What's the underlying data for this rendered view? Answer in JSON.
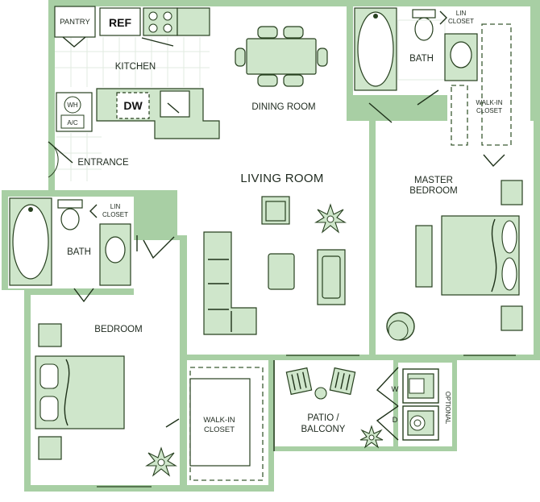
{
  "rooms": {
    "pantry": "PANTRY",
    "ref": "REF",
    "kitchen": "KITCHEN",
    "dw": "DW",
    "wh": "WH",
    "ac": "A/C",
    "dining": "DINING ROOM",
    "entrance": "ENTRANCE",
    "living": "LIVING ROOM",
    "bath_master": "BATH",
    "lin_closet_master": [
      "LIN",
      "CLOSET"
    ],
    "walkin_master": [
      "WALK-IN",
      "CLOSET"
    ],
    "master_bedroom": [
      "MASTER",
      "BEDROOM"
    ],
    "bath_second": "BATH",
    "lin_closet_second": [
      "LIN",
      "CLOSET"
    ],
    "bedroom": "BEDROOM",
    "walkin_second": [
      "WALK-IN",
      "CLOSET"
    ],
    "patio": [
      "PATIO /",
      "BALCONY"
    ],
    "washer": "W",
    "dryer": "D",
    "optional": "OPTIONAL"
  },
  "colors": {
    "wall": "#a8cfa4",
    "fixture": "#cfe6cb",
    "outline": "#27401f",
    "background": "#ffffff"
  }
}
